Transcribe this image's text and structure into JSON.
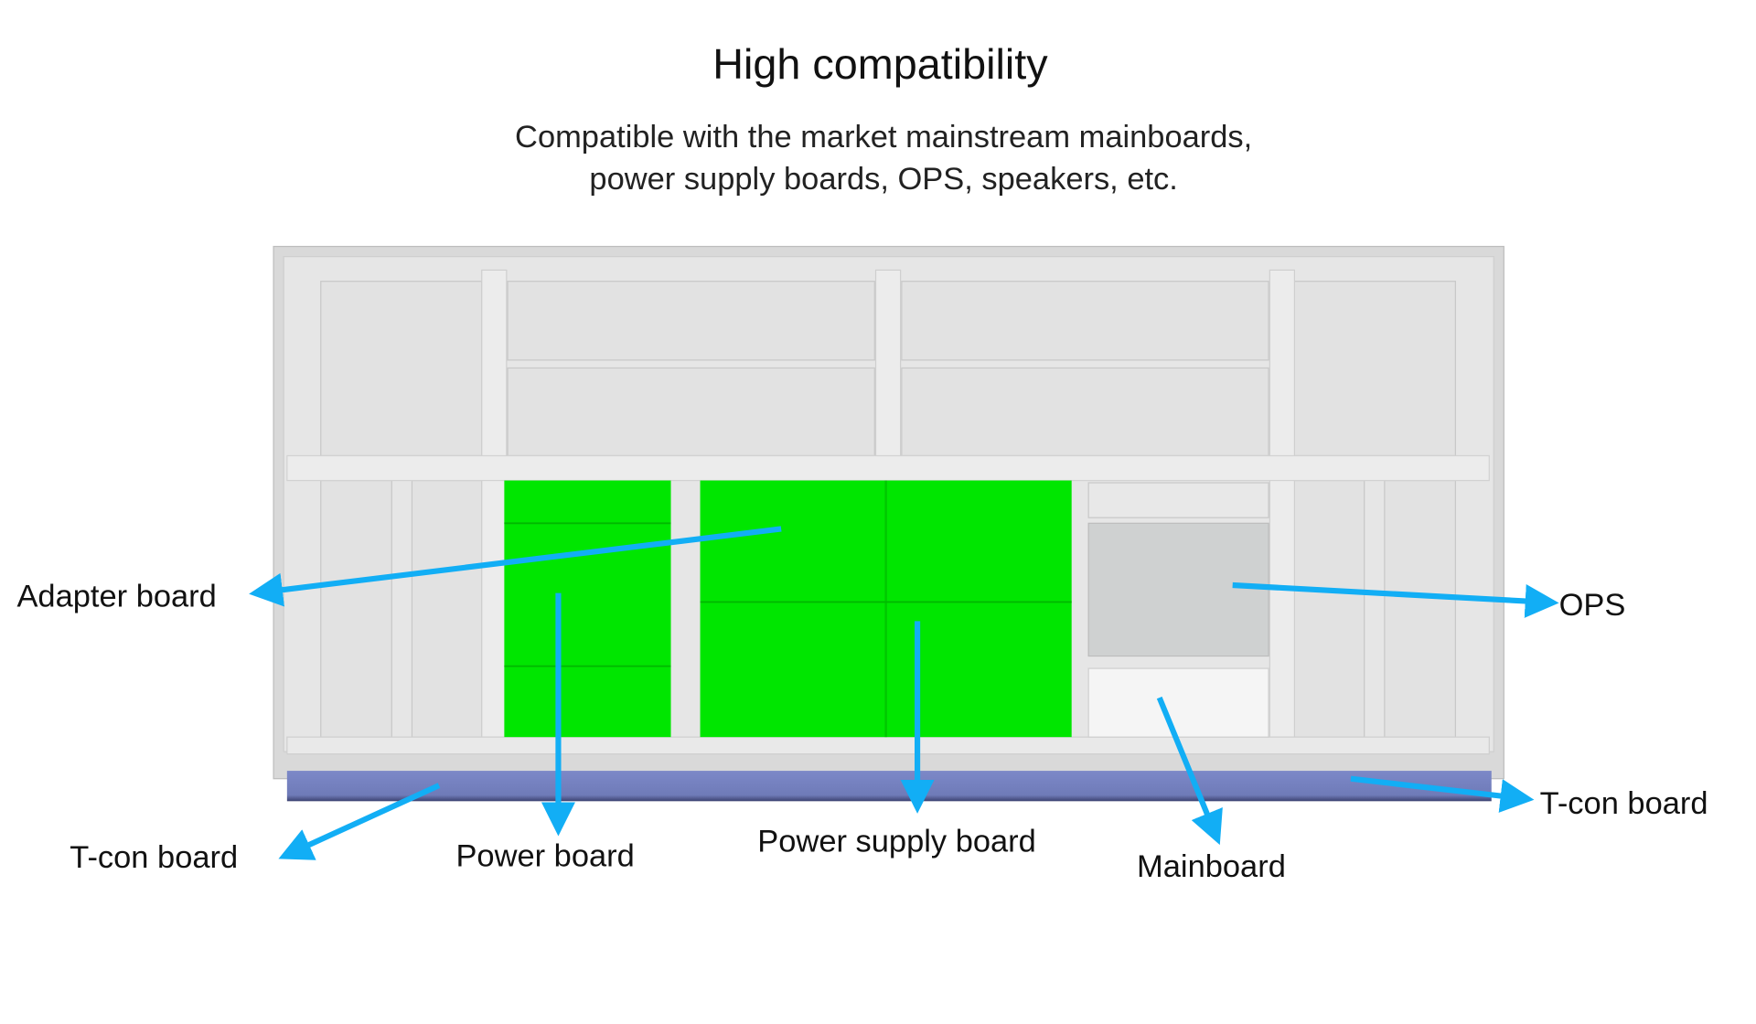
{
  "header": {
    "title": "High compatibility",
    "subtitle_line1": "Compatible with the market mainstream mainboards,",
    "subtitle_line2": "power supply boards, OPS, speakers, etc."
  },
  "labels": {
    "adapter_board": "Adapter board",
    "ops": "OPS",
    "tcon_left": "T-con board",
    "tcon_right": "T-con board",
    "power_board": "Power board",
    "power_supply_board": "Power supply board",
    "mainboard": "Mainboard"
  },
  "colors": {
    "highlight_green": "#00e600",
    "arrow_blue": "#12aef5",
    "tcon_blue": "#7a86c4"
  }
}
